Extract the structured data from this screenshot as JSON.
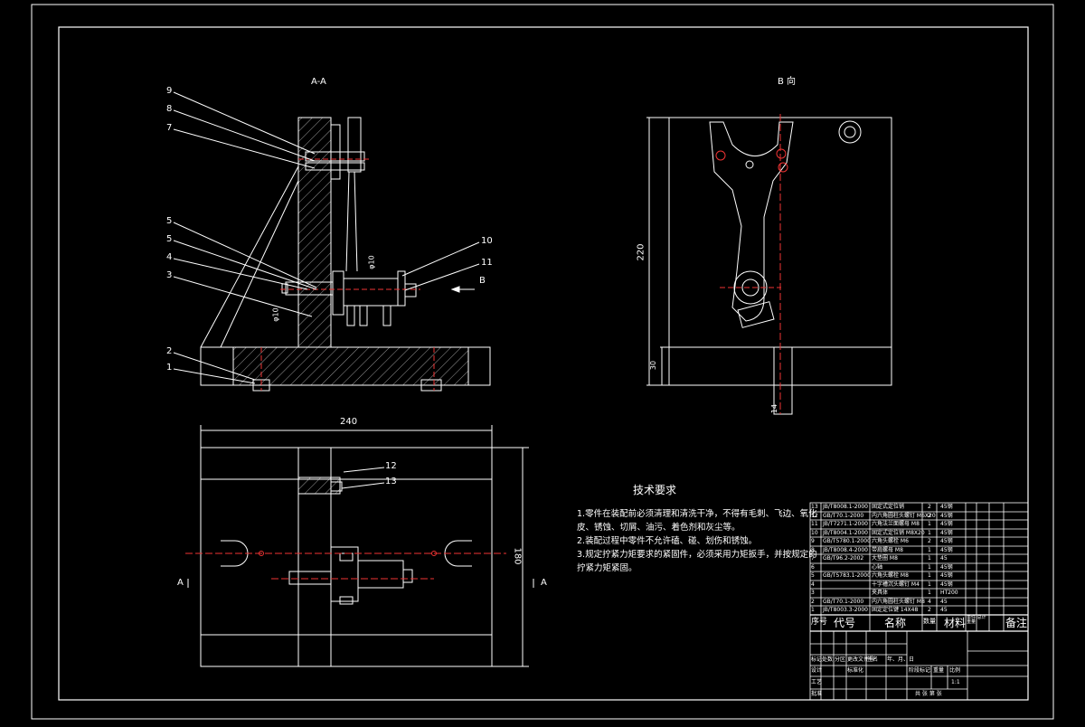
{
  "drawing": {
    "view_aa_title": "A-A",
    "view_b_title": "B 向",
    "part_labels_left": [
      "9",
      "8",
      "7",
      "5",
      "5",
      "4",
      "3",
      "2",
      "1"
    ],
    "part_labels_right_top": [
      "10",
      "11"
    ],
    "part_labels_plan": [
      "12",
      "13"
    ],
    "arrow_b_label": "B",
    "section_a_left": "A",
    "section_a_right": "A",
    "dim_side": "φ10",
    "dim_side2": "φ10",
    "dim_plan_width": "240",
    "dim_plan_height": "180",
    "dim_b_height": "220",
    "dim_b_base": "30",
    "dim_b_bottom": "14"
  },
  "requirements": {
    "title": "技术要求",
    "lines": [
      "1.零件在装配前必须清理和清洗干净，不得有毛刺、飞边、氧化",
      "皮、锈蚀、切屑、油污、着色剂和灰尘等。",
      "2.装配过程中零件不允许磕、碰、划伤和锈蚀。",
      "3.规定拧紧力矩要求的紧固件，必须采用力矩扳手，并按规定的",
      "拧紧力矩紧固。"
    ]
  },
  "bom": {
    "rows": [
      {
        "no": "13",
        "code": "JB/T8008.1-2000",
        "name": "固定式定位销",
        "qty": "2",
        "mat": "45钢"
      },
      {
        "no": "12",
        "code": "GB/T70.1-2000",
        "name": "内六角圆柱头螺钉 M6X20",
        "qty": "2",
        "mat": "45钢"
      },
      {
        "no": "11",
        "code": "JB/T7271.1-2000",
        "name": "六角法兰面螺母 M8",
        "qty": "1",
        "mat": "45钢"
      },
      {
        "no": "10",
        "code": "JB/T8004.1-2000",
        "name": "固定式定位销 M8X20",
        "qty": "1",
        "mat": "45钢"
      },
      {
        "no": "9",
        "code": "GB/T5780.1-2000",
        "name": "六角头螺栓 M6",
        "qty": "2",
        "mat": "45钢"
      },
      {
        "no": "8",
        "code": "JB/T8008.4-2000",
        "name": "带肩螺母 M8",
        "qty": "1",
        "mat": "45钢"
      },
      {
        "no": "7",
        "code": "GB/T96.2-2002",
        "name": "大垫圈 M8",
        "qty": "1",
        "mat": "45"
      },
      {
        "no": "6",
        "code": "",
        "name": "心轴",
        "qty": "1",
        "mat": "45钢"
      },
      {
        "no": "5",
        "code": "GB/T5783.1-2000",
        "name": "六角头螺栓 M8",
        "qty": "1",
        "mat": "45钢"
      },
      {
        "no": "4",
        "code": "",
        "name": "十字槽沉头螺钉 M4",
        "qty": "1",
        "mat": "45钢"
      },
      {
        "no": "3",
        "code": "",
        "name": "夹具体",
        "qty": "1",
        "mat": "HT200"
      },
      {
        "no": "2",
        "code": "GB/T70.1-2000",
        "name": "内六角圆柱头螺钉 M8",
        "qty": "4",
        "mat": "45"
      },
      {
        "no": "1",
        "code": "JB/T8003.3-2000",
        "name": "固定定位键 14X48",
        "qty": "2",
        "mat": "45"
      }
    ],
    "header": {
      "no": "序号",
      "code": "代号",
      "name": "名称",
      "qty": "数量",
      "mat": "材料",
      "weight": "单件 总计 重量",
      "remark": "备注"
    }
  },
  "title_block": {
    "mark": "标记",
    "count": "处数",
    "zone": "分区",
    "doc": "更改文件号",
    "sign": "签名",
    "date": "年、月、日",
    "design": "设计",
    "std": "标准化",
    "process": "工艺",
    "approve": "批准",
    "stage": "阶段标记",
    "weight": "重量",
    "ratio": "比例",
    "ratio_val": "1:1",
    "sheets": "共 张 第 张"
  }
}
